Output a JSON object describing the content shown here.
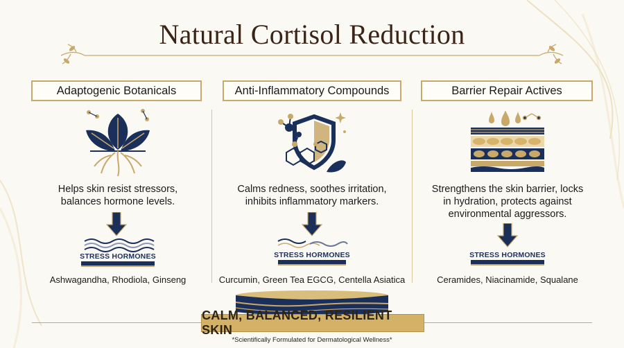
{
  "title": "Natural Cortisol Reduction",
  "columns": [
    {
      "heading": "Adaptogenic Botanicals",
      "icon": "botanical-leaves-roots-icon",
      "description_lines": [
        "Helps skin resist stressors,",
        "balances hormone levels."
      ],
      "stress_label": "STRESS HORMONES",
      "ingredients": "Ashwagandha, Rhodiola, Ginseng"
    },
    {
      "heading": "Anti-Inflammatory Compounds",
      "icon": "molecule-shield-icon",
      "description_lines": [
        "Calms redness, soothes irritation,",
        "inhibits inflammatory markers."
      ],
      "stress_label": "STRESS HORMONES",
      "ingredients": "Curcumin, Green Tea EGCG, Centella Asiatica"
    },
    {
      "heading": "Barrier Repair Actives",
      "icon": "skin-layers-droplets-icon",
      "description_lines": [
        "Strengthens the skin barrier, locks",
        "in hydration, protects against",
        "environmental aggressors."
      ],
      "stress_label": "STRESS HORMONES",
      "ingredients": "Ceramides, Niacinamide, Squalane"
    }
  ],
  "result": "CALM, BALANCED, RESILIENT SKIN",
  "footnote": "*Scientifically Formulated for Dermatological Wellness*",
  "colors": {
    "navy": "#1b2f5b",
    "gold": "#c9a96a",
    "background": "#fbf9f4"
  }
}
